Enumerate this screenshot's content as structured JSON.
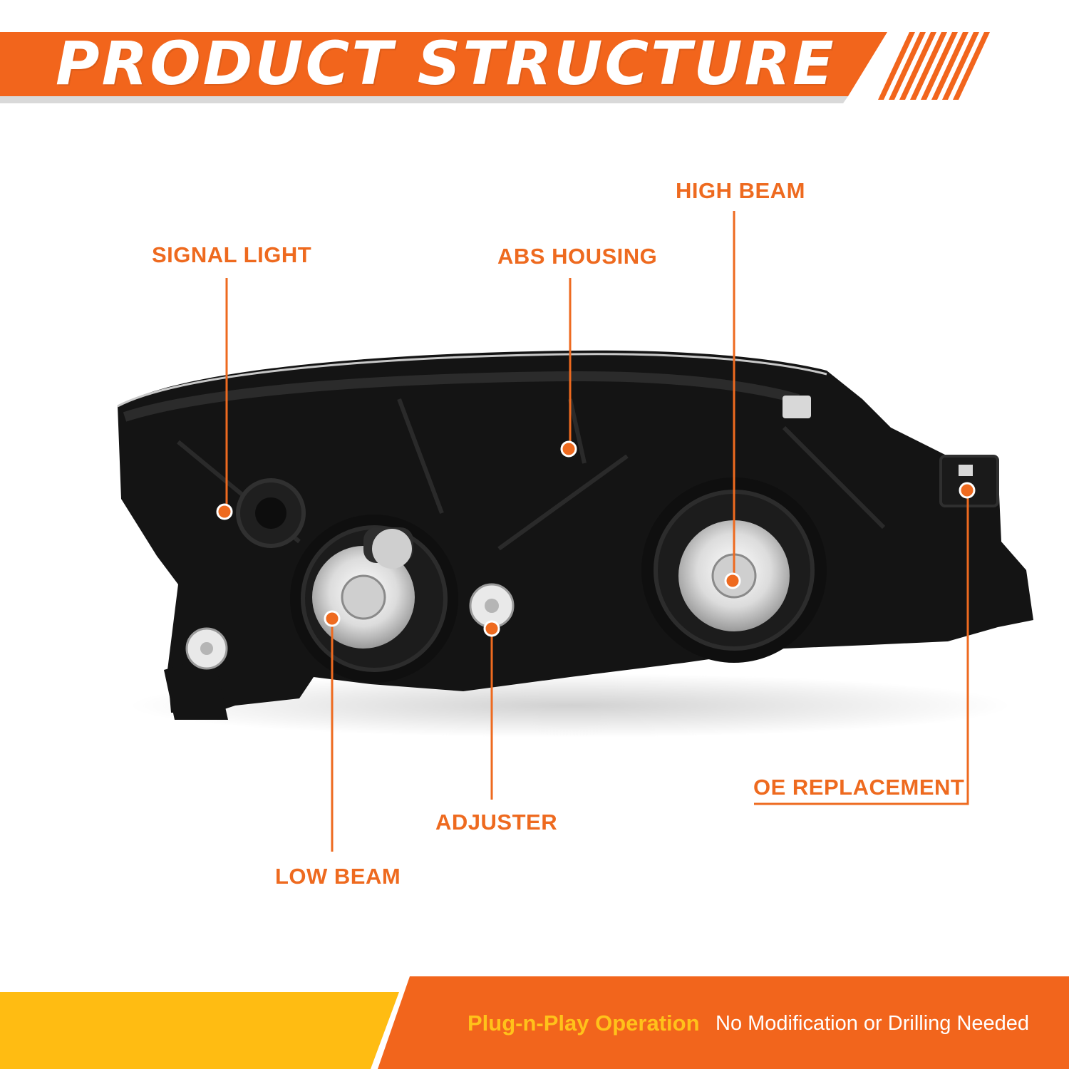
{
  "header": {
    "title": "PRODUCT STRUCTURE"
  },
  "callouts": {
    "signal_light": "SIGNAL LIGHT",
    "abs_housing": "ABS HOUSING",
    "high_beam": "HIGH BEAM",
    "low_beam": "LOW BEAM",
    "adjuster": "ADJUSTER",
    "oe_replacement": "OE REPLACEMENT"
  },
  "footer": {
    "highlight": "Plug-n-Play Operation",
    "note": "No Modification or Drilling Needed"
  },
  "colors": {
    "accent": "#ee6a1f",
    "banner_orange": "#f2651c",
    "footer_yellow": "#ffbc12",
    "housing": "#141414"
  },
  "product": {
    "image": "black-headlight-assembly-rear-view"
  }
}
